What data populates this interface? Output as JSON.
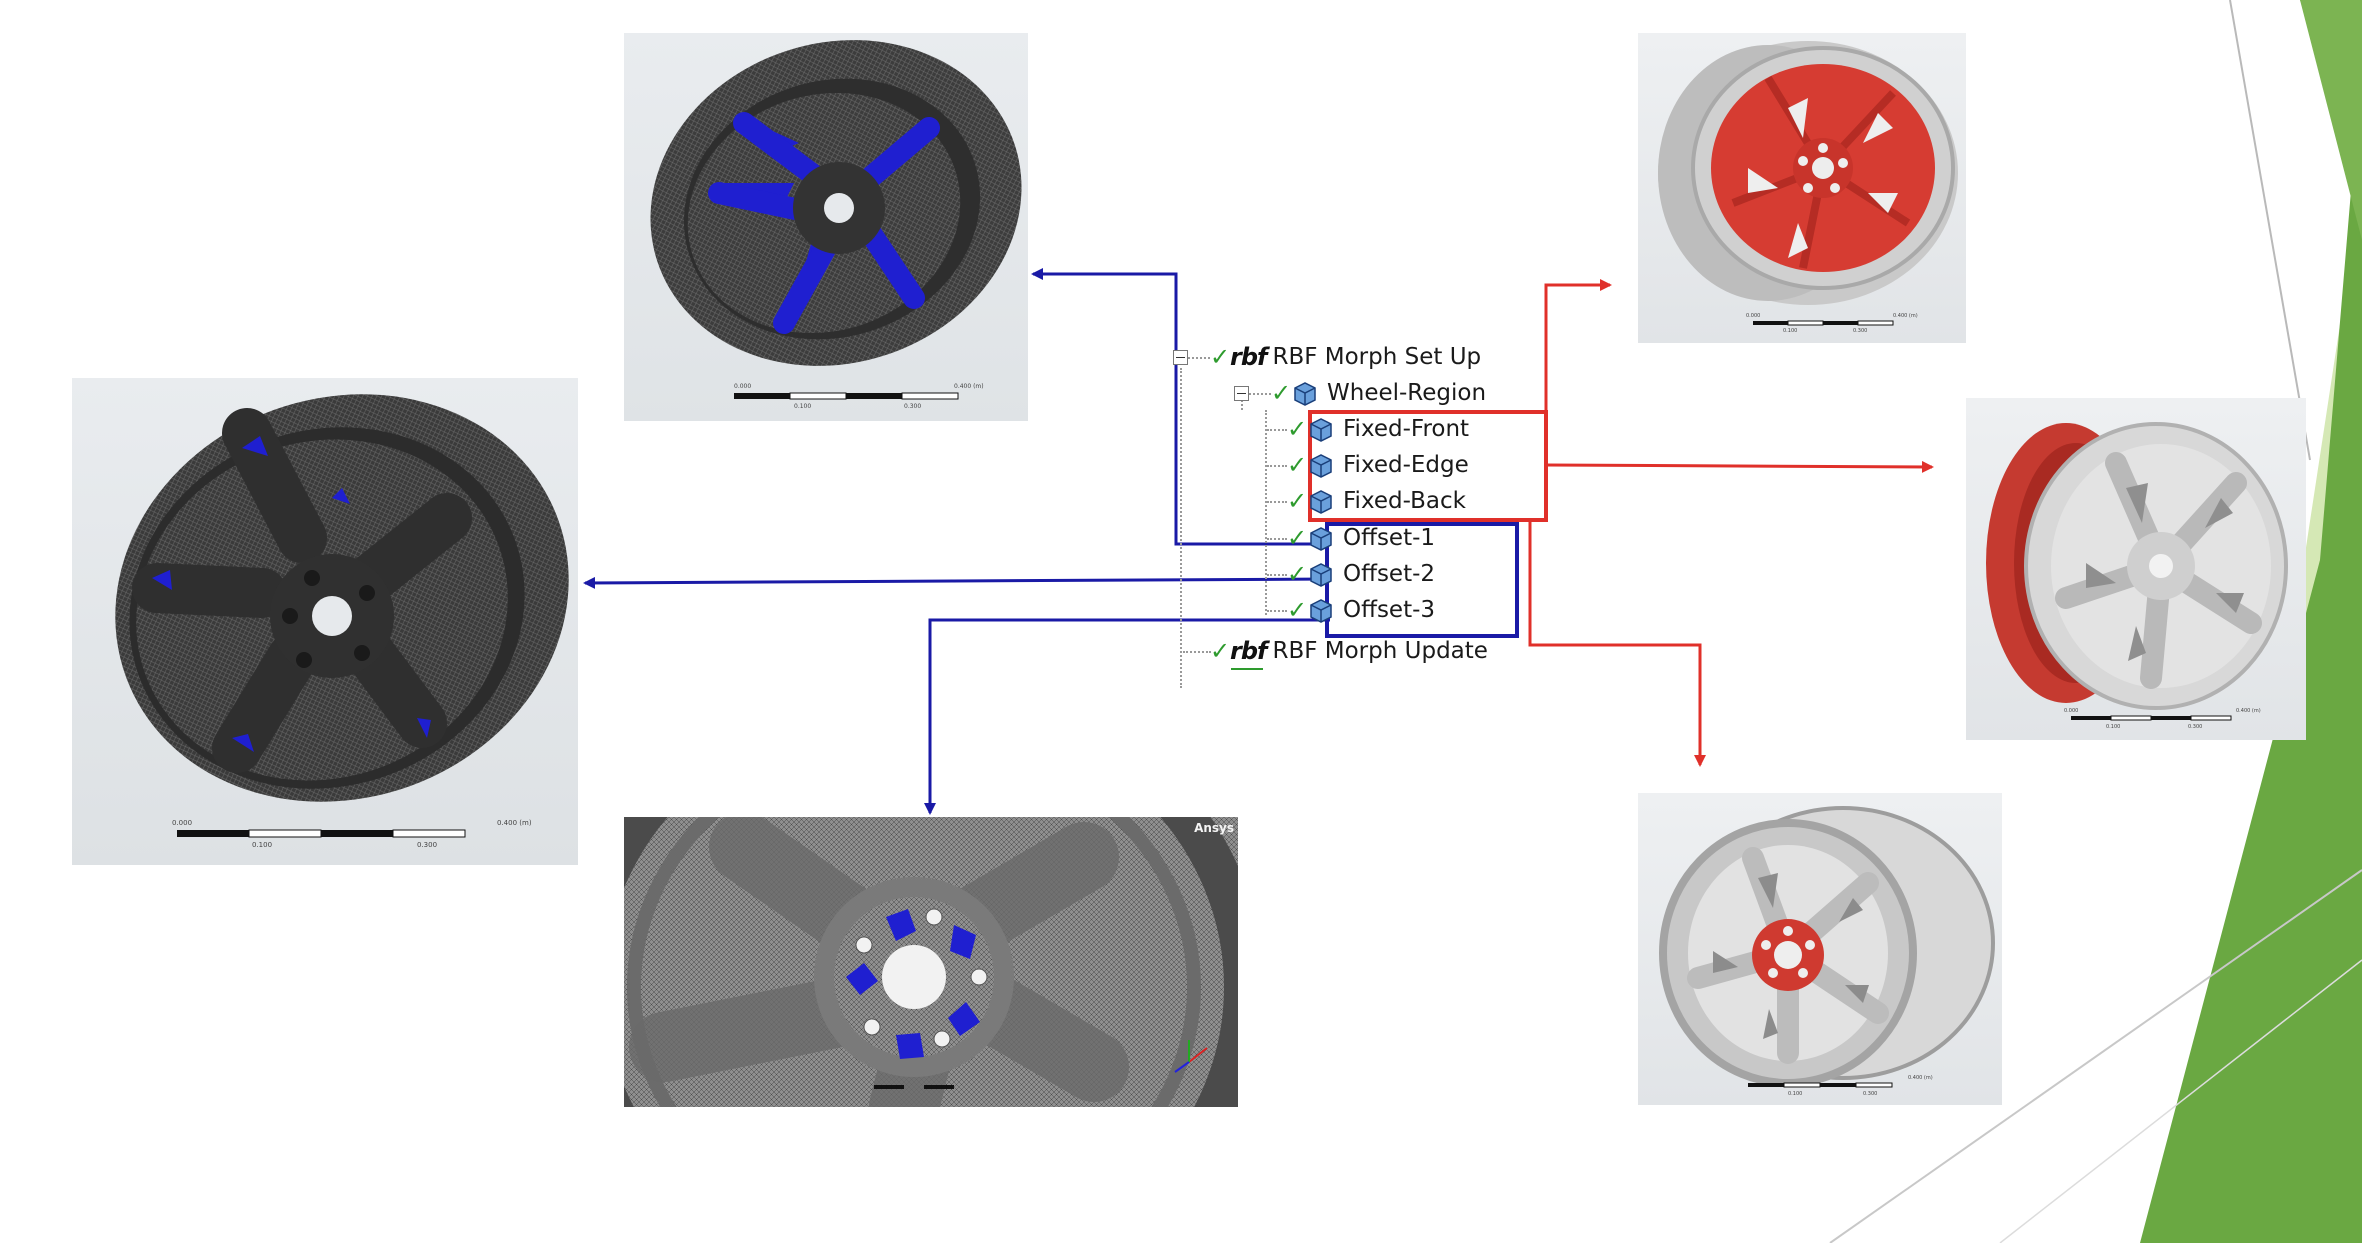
{
  "tree": {
    "root": {
      "label": "RBF Morph Set Up",
      "icon": "rbf-icon"
    },
    "region": {
      "label": "Wheel-Region",
      "icon": "cube-icon"
    },
    "items": [
      {
        "label": "Fixed-Front",
        "group": "fixed",
        "icon": "cube-icon"
      },
      {
        "label": "Fixed-Edge",
        "group": "fixed",
        "icon": "cube-icon"
      },
      {
        "label": "Fixed-Back",
        "group": "fixed",
        "icon": "cube-icon"
      },
      {
        "label": "Offset-1",
        "group": "offset",
        "icon": "cube-icon"
      },
      {
        "label": "Offset-2",
        "group": "offset",
        "icon": "cube-icon"
      },
      {
        "label": "Offset-3",
        "group": "offset",
        "icon": "cube-icon"
      }
    ],
    "update": {
      "label": "RBF Morph Update",
      "icon": "rbf-icon"
    },
    "rbf_logo": "rbf",
    "check_glyph": "✓"
  },
  "colors": {
    "fixed": "#e0302a",
    "offset": "#1a1aa6",
    "mesh_highlight": "#1f1fd0",
    "render_red": "#d63c32",
    "slide_green_dark": "#6aa842",
    "slide_green_light": "#d5e8b5"
  },
  "panels": {
    "offset_1_mesh": {
      "scale_left": "0.000",
      "scale_right": "0.400 (m)",
      "scale_mid_a": "0.100",
      "scale_mid_b": "0.300"
    },
    "offset_2_mesh": {
      "scale_left": "0.000",
      "scale_right": "0.400 (m)",
      "scale_mid_a": "0.100",
      "scale_mid_b": "0.300"
    },
    "offset_3_mesh": {
      "brand": "Ansys"
    },
    "fixed_front_render": {
      "scale_left": "0.000",
      "scale_right": "0.400 (m)",
      "scale_mid_a": "0.100",
      "scale_mid_b": "0.300"
    },
    "fixed_edge_render": {
      "scale_left": "0.000",
      "scale_right": "0.400 (m)",
      "scale_mid_a": "0.100",
      "scale_mid_b": "0.300"
    },
    "fixed_back_render": {
      "scale_right": "0.400 (m)",
      "scale_mid_a": "0.100",
      "scale_mid_b": "0.300"
    }
  }
}
